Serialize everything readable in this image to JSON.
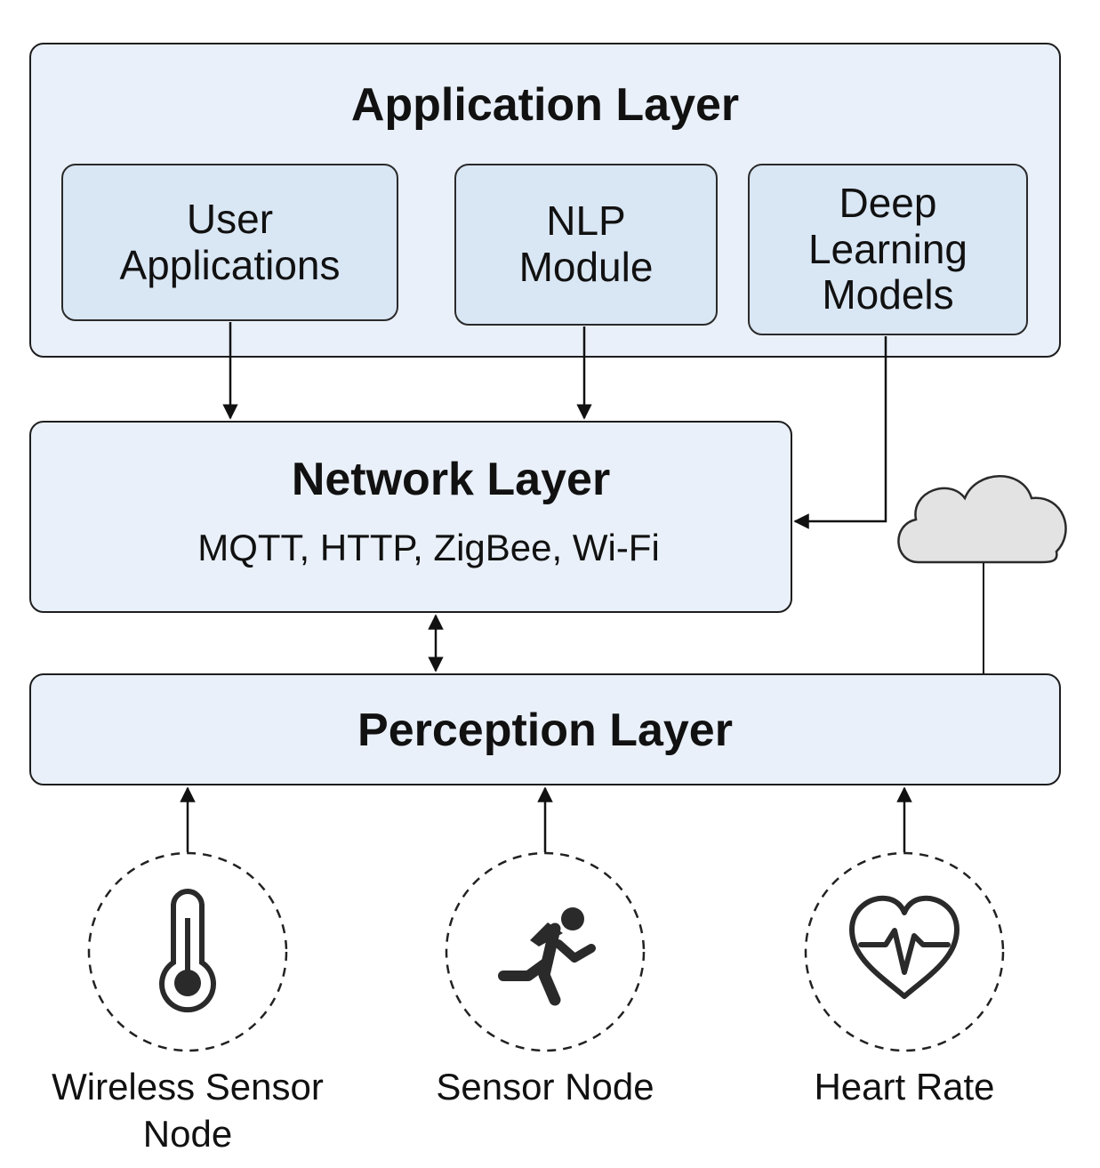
{
  "application_layer": {
    "title": "Application Layer",
    "modules": [
      {
        "label": "User\nApplications"
      },
      {
        "label": "NLP\nModule"
      },
      {
        "label": "Deep\nLearning\nModels"
      }
    ]
  },
  "network_layer": {
    "title": "Network Layer",
    "protocols": "MQTT, HTTP, ZigBee, Wi-Fi"
  },
  "perception_layer": {
    "title": "Perception Layer"
  },
  "devices": [
    {
      "label": "Wireless Sensor\nNode",
      "icon": "thermometer-icon"
    },
    {
      "label": "Sensor Node",
      "icon": "running-person-icon"
    },
    {
      "label": "Heart Rate",
      "icon": "heart-rate-icon"
    }
  ],
  "cloud_icon": "cloud-icon"
}
